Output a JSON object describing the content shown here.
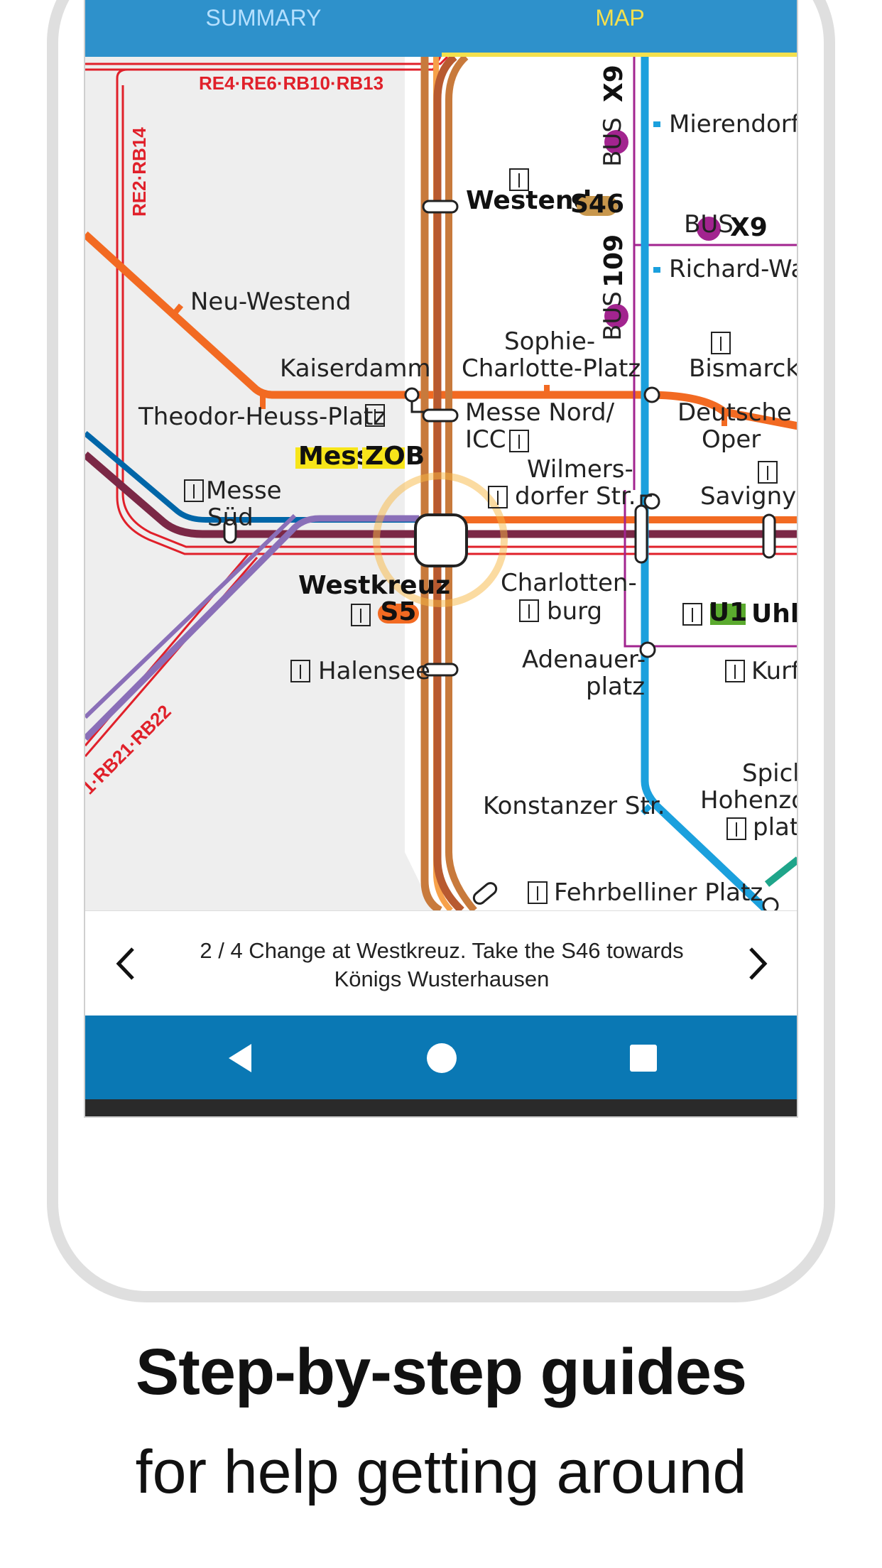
{
  "tabs": {
    "summary": "SUMMARY",
    "map": "MAP"
  },
  "map": {
    "stations": {
      "mierendorff": "Mierendorff",
      "westend": "Westend",
      "richard_wagner": "Richard-Wa",
      "neu_westend": "Neu-Westend",
      "sophie_1": "Sophie-",
      "sophie_2": "Charlotte-Platz",
      "bismarckstr": "Bismarckstr.",
      "kaiserdamm": "Kaiserdamm",
      "theodor_heuss": "Theodor-Heuss-Platz",
      "messe_nord_1": "Messe Nord/",
      "messe_nord_2": "ICC",
      "deutsche_oper_1": "Deutsche",
      "deutsche_oper_2": "Oper",
      "wilmers_1": "Wilmers-",
      "wilmers_2": "dorfer Str.",
      "savigny": "Savignyp",
      "messe_sued_1": "Messe",
      "messe_sued_2": "Süd",
      "westkreuz": "Westkreuz",
      "charlottenburg_1": "Charlotten-",
      "charlottenburg_2": "burg",
      "uhland": "Uhla",
      "halensee": "Halensee",
      "adenauer_1": "Adenauer-",
      "adenauer_2": "platz",
      "kurf": "Kurf",
      "konstanzer": "Konstanzer Str.",
      "spich": "Spich",
      "hohenzo_1": "Hohenzo",
      "hohenzo_2": "plat",
      "fehrbelliner": "Fehrbelliner Platz"
    },
    "badges": {
      "s46": "S46",
      "s5": "S5",
      "u1": "U1",
      "bus_x9": "X9",
      "bus": "BUS",
      "messe": "Messe",
      "zob": "ZOB"
    },
    "routes": {
      "re_top": "RE4·RE6·RB10·RB13",
      "re_left": "RE2·RB14",
      "rb_bottom": "1·RB21·RB22",
      "bus_x9_109": "X9 109",
      "bus_109": "109"
    },
    "line_colors": {
      "ring": "#c87a3c",
      "ring_dark": "#b85a30",
      "u2": "#f26a22",
      "u7": "#1ba0dd",
      "s3": "#0066a8",
      "s5": "#d4663a",
      "s7": "#7b2846",
      "s9": "#8a6fb8",
      "regional": "#e0202a",
      "bus": "#a2248f",
      "highlight": "#f7b843"
    }
  },
  "step": {
    "text": "2 / 4 Change at Westkreuz. Take the S46 towards Königs Wusterhausen",
    "prev_icon": "chevron-left-icon",
    "next_icon": "chevron-right-icon"
  },
  "navbar": {
    "back_icon": "back-icon",
    "home_icon": "home-icon",
    "recents_icon": "recents-icon"
  },
  "caption": {
    "title": "Step-by-step guides",
    "subtitle": "for help getting around"
  }
}
